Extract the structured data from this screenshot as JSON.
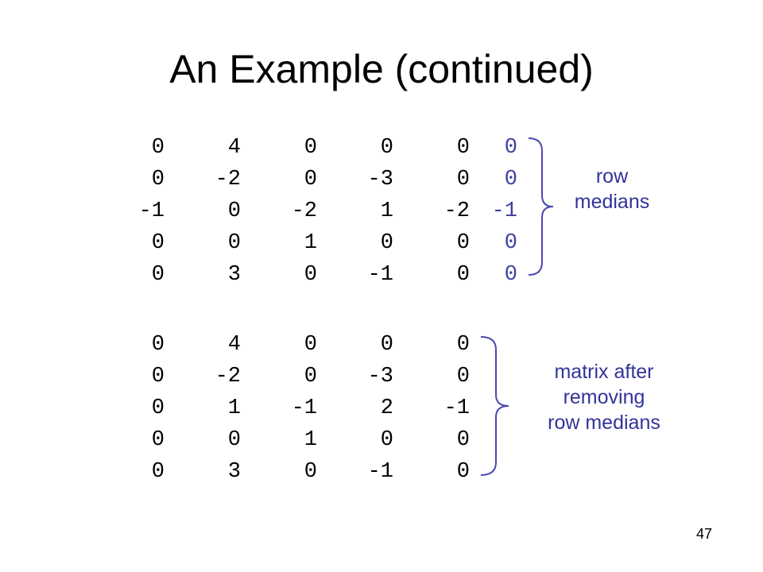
{
  "slide": {
    "title": "An Example (continued)",
    "page_number": "47"
  },
  "matrix_original": [
    [
      "0",
      "4",
      "0",
      "0",
      "0"
    ],
    [
      "0",
      "-2",
      "0",
      "-3",
      "0"
    ],
    [
      "-1",
      "0",
      "-2",
      "1",
      "-2"
    ],
    [
      "0",
      "0",
      "1",
      "0",
      "0"
    ],
    [
      "0",
      "3",
      "0",
      "-1",
      "0"
    ]
  ],
  "row_medians": [
    "0",
    "0",
    "-1",
    "0",
    "0"
  ],
  "matrix_after": [
    [
      "0",
      "4",
      "0",
      "0",
      "0"
    ],
    [
      "0",
      "-2",
      "0",
      "-3",
      "0"
    ],
    [
      "0",
      "1",
      "-1",
      "2",
      "-1"
    ],
    [
      "0",
      "0",
      "1",
      "0",
      "0"
    ],
    [
      "0",
      "3",
      "0",
      "-1",
      "0"
    ]
  ],
  "labels": {
    "row_medians": [
      "row",
      "medians"
    ],
    "after": [
      "matrix after",
      "removing",
      "row medians"
    ]
  },
  "colors": {
    "accent": "#33339a",
    "medians_text": "#3f3fa0",
    "brace": "#4a4ab0"
  }
}
